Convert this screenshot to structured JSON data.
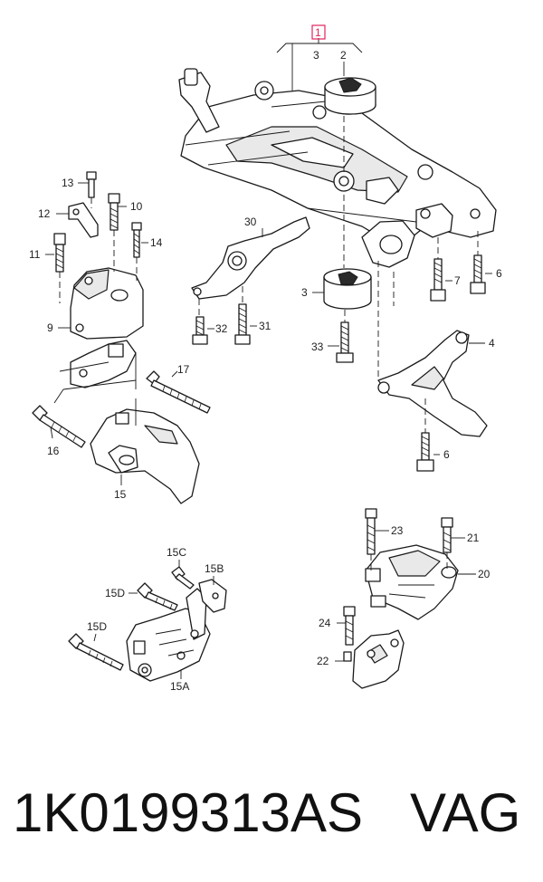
{
  "callouts": {
    "c1": "1",
    "c2": "2",
    "c3a": "3",
    "c3b": "3",
    "c4": "4",
    "c6a": "6",
    "c6b": "6",
    "c7": "7",
    "c9": "9",
    "c10": "10",
    "c11": "11",
    "c12": "12",
    "c13": "13",
    "c14": "14",
    "c15": "15",
    "c15a": "15A",
    "c15b": "15B",
    "c15c": "15C",
    "c15d_top": "15D",
    "c15d_bottom": "15D",
    "c16": "16",
    "c17": "17",
    "c20": "20",
    "c21": "21",
    "c22": "22",
    "c23": "23",
    "c24": "24",
    "c30": "30",
    "c31": "31",
    "c32": "32",
    "c33": "33"
  },
  "highlight_color": "#e0245e",
  "caption": {
    "part_number": "1K0199313AS",
    "brand": "VAG"
  }
}
